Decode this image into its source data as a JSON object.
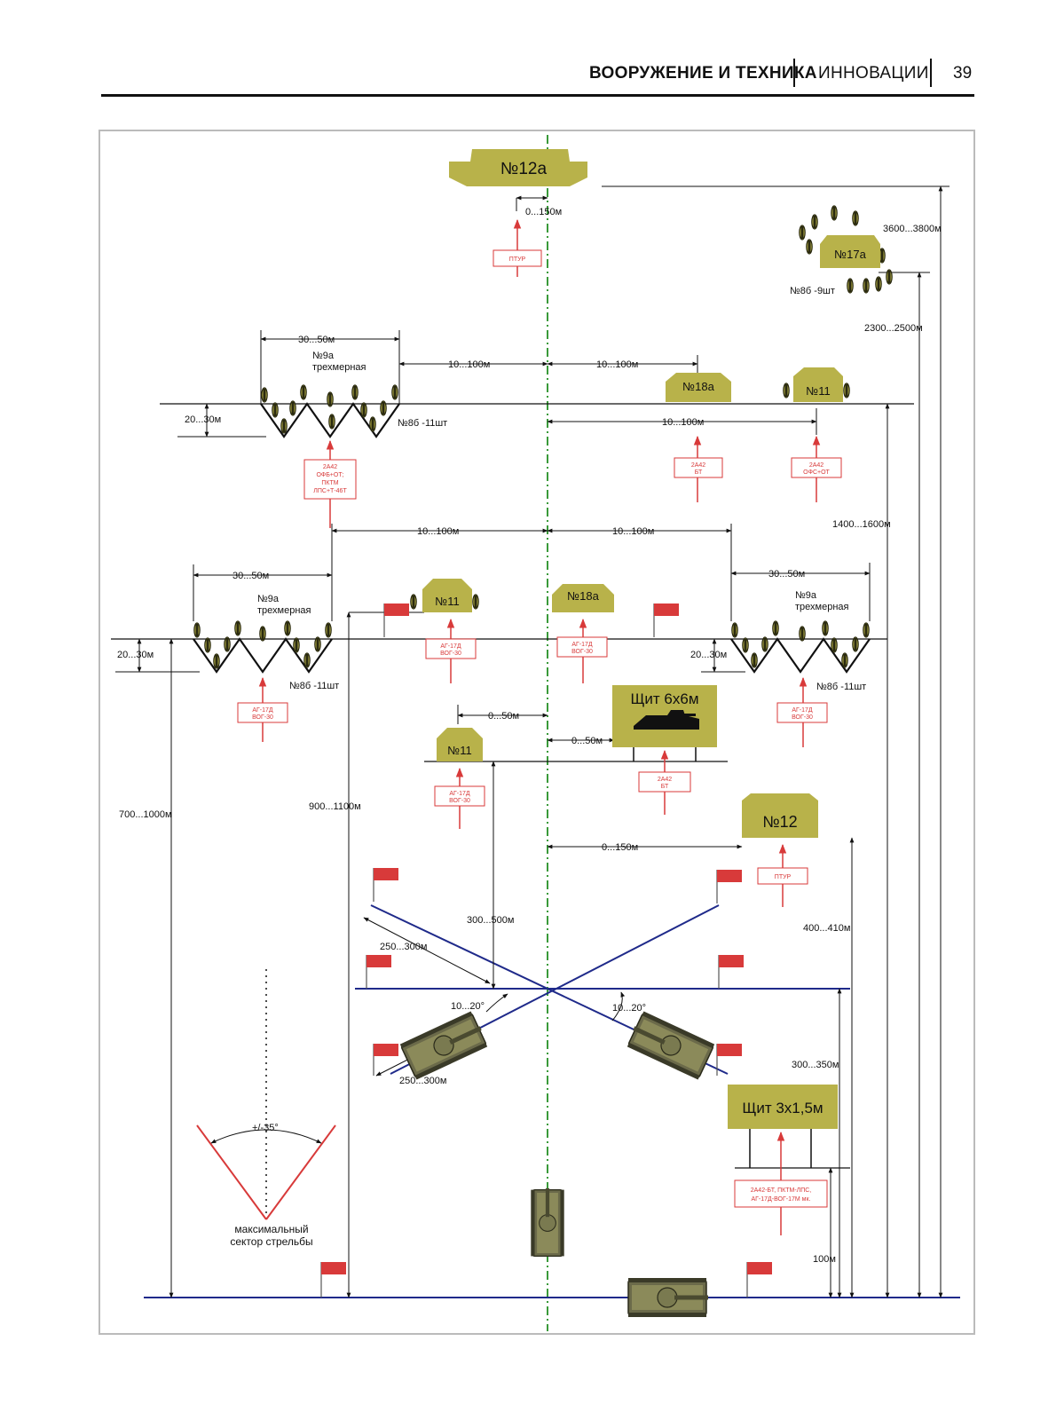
{
  "header": {
    "section": "ВООРУЖЕНИЕ И ТЕХНИКА",
    "subsection": "ИННОВАЦИИ",
    "page_number": "39"
  },
  "diagram": {
    "colors": {
      "target": "#b8b24a",
      "dim_line": "#111111",
      "red": "#d83a3a",
      "blue_line": "#1f2a8a",
      "center_line": "#3a9a3a",
      "frame": "#bbbbbb"
    },
    "targets": {
      "t12a": "№12а",
      "t17a": "№17а",
      "t18a_top": "№18а",
      "t11_top": "№11",
      "t11_mid": "№11",
      "t18a_mid": "№18а",
      "t11_low": "№11",
      "t12": "№12",
      "shield_6x6": "Щит 6х6м",
      "shield_3x1": "Щит 3х1,5м"
    },
    "dimensions": {
      "d_0_150_top": "0...150м",
      "d_3600_3800": "3600...3800м",
      "d_2300_2500": "2300...2500м",
      "d_30_50_tl": "30...50м",
      "d_10_100_a": "10...100м",
      "d_10_100_b": "10...100м",
      "d_20_30_top": "20...30м",
      "d_10_100_c": "10...100м",
      "d_10_100_d": "10...100м",
      "d_10_100_e": "10...100м",
      "d_1400_1600": "1400...1600м",
      "d_30_50_ml": "30...50м",
      "d_30_50_mr": "30...50м",
      "d_20_30_left": "20...30м",
      "d_20_30_right": "20...30м",
      "d_0_50_a": "0...50м",
      "d_0_50_b": "0...50м",
      "d_700_1000": "700...1000м",
      "d_900_1100": "900...1100м",
      "d_0_150_low": "0...150м",
      "d_300_500": "300...500м",
      "d_400_410": "400...410м",
      "d_250_300_a": "250...300м",
      "d_250_300_b": "250...300м",
      "d_10_20_a": "10...20°",
      "d_10_20_b": "10...20°",
      "d_300_350": "300...350м",
      "d_100": "100м",
      "d_35": "+/-35°"
    },
    "labels": {
      "n9a_top": "№9а",
      "trekh_top": "трехмерная",
      "n8b_top": "№8б -11шт",
      "n8b_9": "№8б -9шт",
      "n9a_left": "№9а",
      "trekh_left": "трехмерная",
      "n8b_left": "№8б -11шт",
      "n9a_right": "№9а",
      "trekh_right": "трехмерная",
      "n8b_right": "№8б -11шт",
      "sector_1": "максимальный",
      "sector_2": "сектор стрельбы"
    },
    "weapons": {
      "w_ptur_top": [
        "ПТУР"
      ],
      "w_top_left": [
        "2А42",
        "ОФБ+ОТ;",
        "ПКТМ",
        "ЛПС+Т-46Т"
      ],
      "w_top_mid": [
        "2А42",
        "БТ"
      ],
      "w_top_right": [
        "2А42",
        "ОФС+ОТ"
      ],
      "w_mid_left": [
        "АГ-17Д",
        "ВОГ-30"
      ],
      "w_mid_c1": [
        "АГ-17Д",
        "ВОГ-30"
      ],
      "w_mid_c2": [
        "АГ-17Д",
        "ВОГ-30"
      ],
      "w_mid_right": [
        "АГ-17Д",
        "ВОГ-30"
      ],
      "w_low_left": [
        "АГ-17Д",
        "ВОГ-30"
      ],
      "w_shield": [
        "2А42",
        "БТ"
      ],
      "w_ptur_low": [
        "ПТУР"
      ],
      "w_bottom": [
        "2А42-БТ, ПКТМ-ЛПС,",
        "АГ-17Д-ВОГ-17М мк."
      ]
    }
  }
}
